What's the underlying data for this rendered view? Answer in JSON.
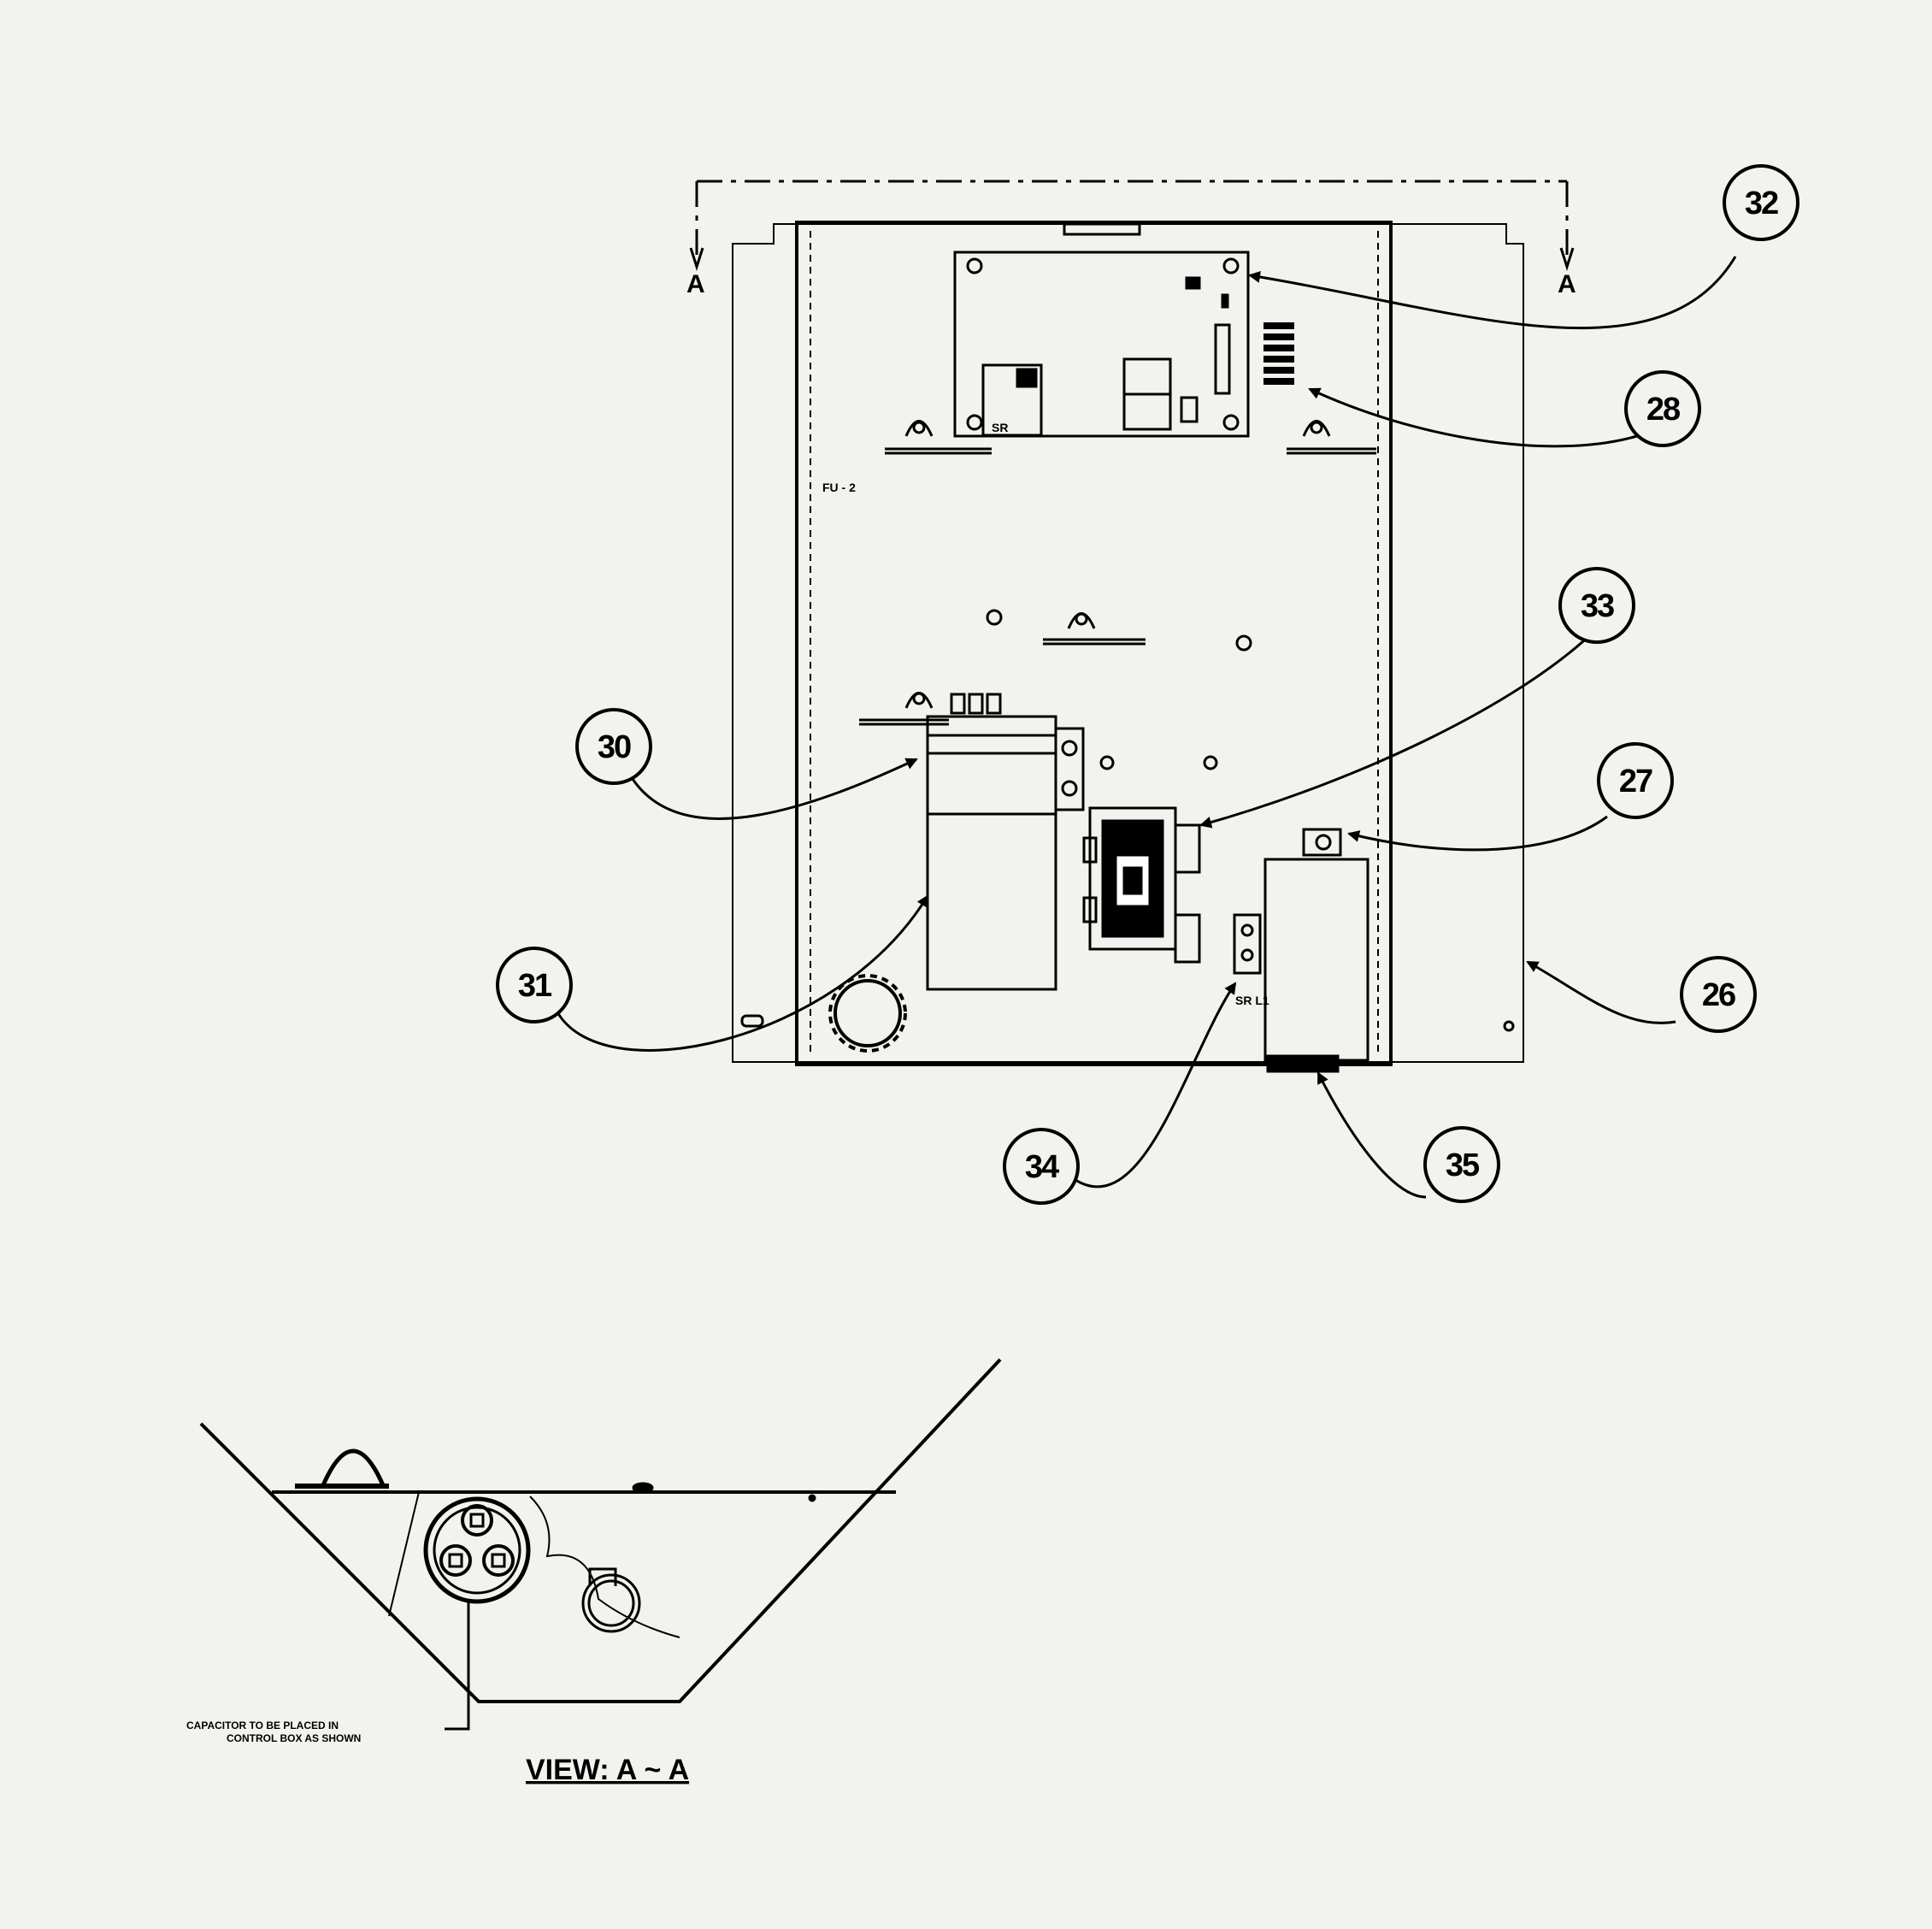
{
  "diagram": {
    "section_marker": "A",
    "view_caption": "VIEW: A ~ A",
    "capacitor_note": {
      "line1": "CAPACITOR TO BE PLACED IN",
      "line2": "CONTROL BOX AS SHOWN"
    },
    "board_markings": {
      "relay_label": "SR",
      "fuse_label": "SR L1",
      "small_mark": "FU - 2"
    },
    "callouts": [
      {
        "id": "26",
        "label": "26"
      },
      {
        "id": "27",
        "label": "27"
      },
      {
        "id": "28",
        "label": "28"
      },
      {
        "id": "30",
        "label": "30"
      },
      {
        "id": "31",
        "label": "31"
      },
      {
        "id": "32",
        "label": "32"
      },
      {
        "id": "33",
        "label": "33"
      },
      {
        "id": "34",
        "label": "34"
      },
      {
        "id": "35",
        "label": "35"
      }
    ]
  }
}
